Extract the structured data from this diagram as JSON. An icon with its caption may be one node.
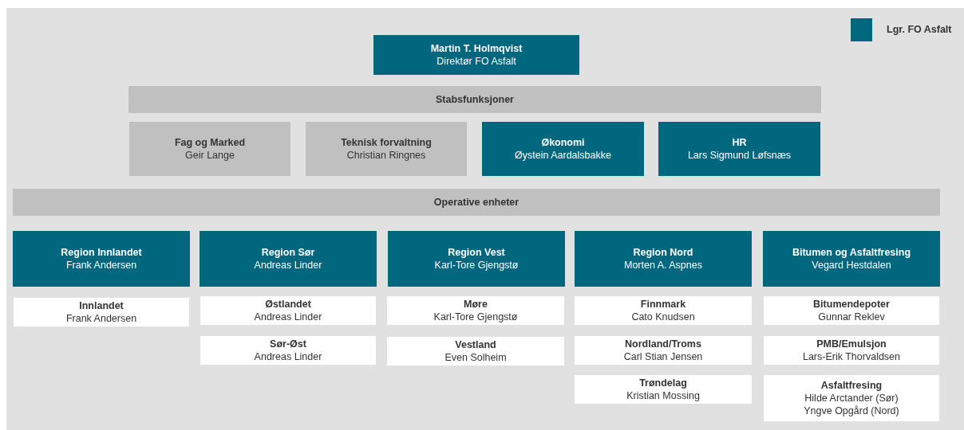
{
  "diagram": {
    "nodes": [
      {
        "text": [
          "Martin T. Holmqvist",
          "Direktør FO Asfalt"
        ]
      },
      {
        "text": [
          "Stabsfunksjoner"
        ]
      },
      {
        "text": [
          "Fag og Marked",
          "Geir Lange"
        ]
      },
      {
        "text": [
          "Teknisk forvaltning",
          "Christian Ringnes"
        ]
      },
      {
        "text": [
          "Økonomi",
          "Øystein Aardalsbakke"
        ]
      },
      {
        "text": [
          "HR",
          "Lars Sigmund Løfsnæs"
        ]
      },
      {
        "text": [
          "Operative enheter"
        ]
      },
      {
        "text": [
          "Region Innlandet",
          "Frank Andersen"
        ]
      },
      {
        "text": [
          "Region Sør",
          "Andreas Linder"
        ]
      },
      {
        "text": [
          "Region Vest",
          "Karl-Tore Gjengstø"
        ]
      },
      {
        "text": [
          "Region Nord",
          "Morten A. Aspnes"
        ]
      },
      {
        "text": [
          "Bitumen og Asfaltfresing",
          "Vegard Hestdalen"
        ]
      },
      {
        "text": [
          "Innlandet",
          "Frank Andersen"
        ]
      },
      {
        "text": [
          "Østlandet",
          "Andreas Linder"
        ]
      },
      {
        "text": [
          "Sør-Øst",
          "Andreas Linder"
        ]
      },
      {
        "text": [
          "Møre",
          "Karl-Tore Gjengstø"
        ]
      },
      {
        "text": [
          "Vestland",
          "Even Solheim"
        ]
      },
      {
        "text": [
          "Finnmark",
          "Cato Knudsen"
        ]
      },
      {
        "text": [
          "Nordland/Troms",
          "Carl Stian Jensen"
        ]
      },
      {
        "text": [
          "Trøndelag",
          "Kristian Mossing"
        ]
      },
      {
        "text": [
          "Bitumendepoter",
          "Gunnar Reklev"
        ]
      },
      {
        "text": [
          "PMB/Emulsjon",
          "Lars-Erik Thorvaldsen"
        ]
      },
      {
        "text": [
          "Asfaltfresing",
          "Hilde Arctander (Sør)",
          "Yngve Opgård (Nord)"
        ]
      }
    ],
    "legend": [
      {
        "text": "Lgr. FO Asfalt",
        "color": "#00677f"
      }
    ]
  }
}
